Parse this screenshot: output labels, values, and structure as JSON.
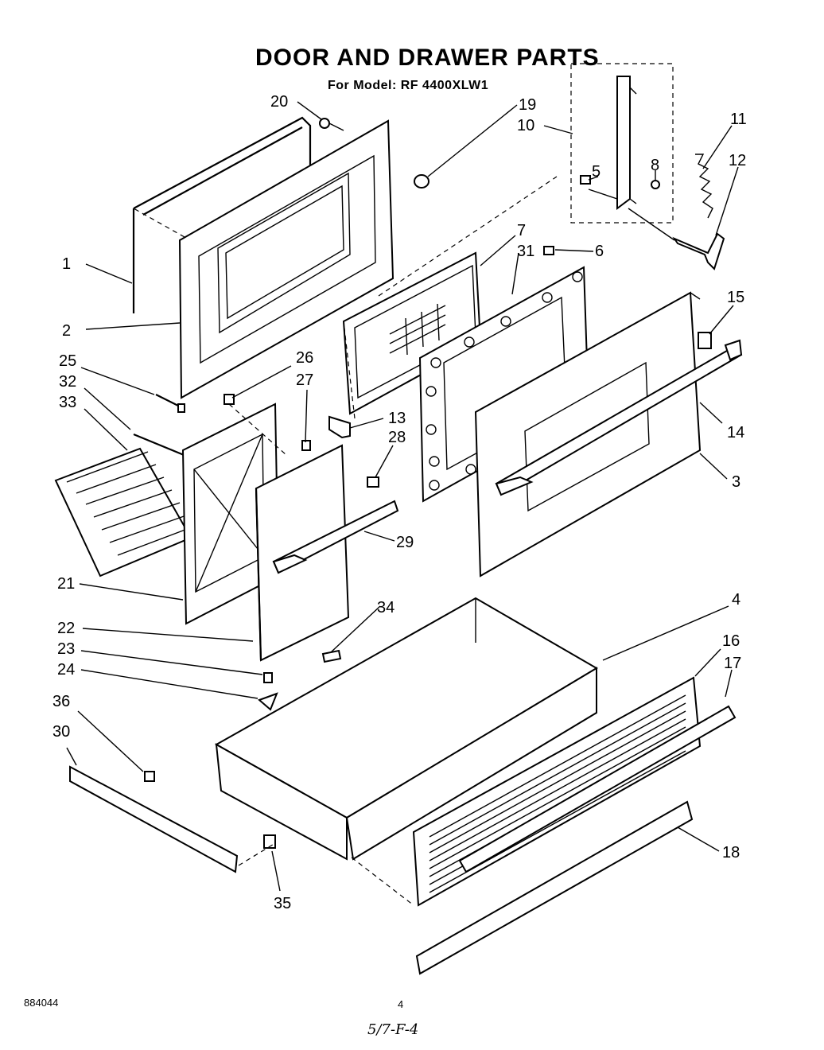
{
  "title": "DOOR AND DRAWER PARTS",
  "subtitle": "For Model: RF 4400XLW1",
  "footer": {
    "code": "884044",
    "page": "4",
    "note": "5/7-F-4"
  },
  "callouts": [
    "1",
    "2",
    "3",
    "4",
    "5",
    "6",
    "7",
    "8",
    "10",
    "11",
    "12",
    "13",
    "14",
    "15",
    "16",
    "17",
    "18",
    "19",
    "20",
    "21",
    "22",
    "23",
    "24",
    "25",
    "26",
    "27",
    "28",
    "29",
    "30",
    "31",
    "32",
    "33",
    "34",
    "35",
    "36"
  ]
}
